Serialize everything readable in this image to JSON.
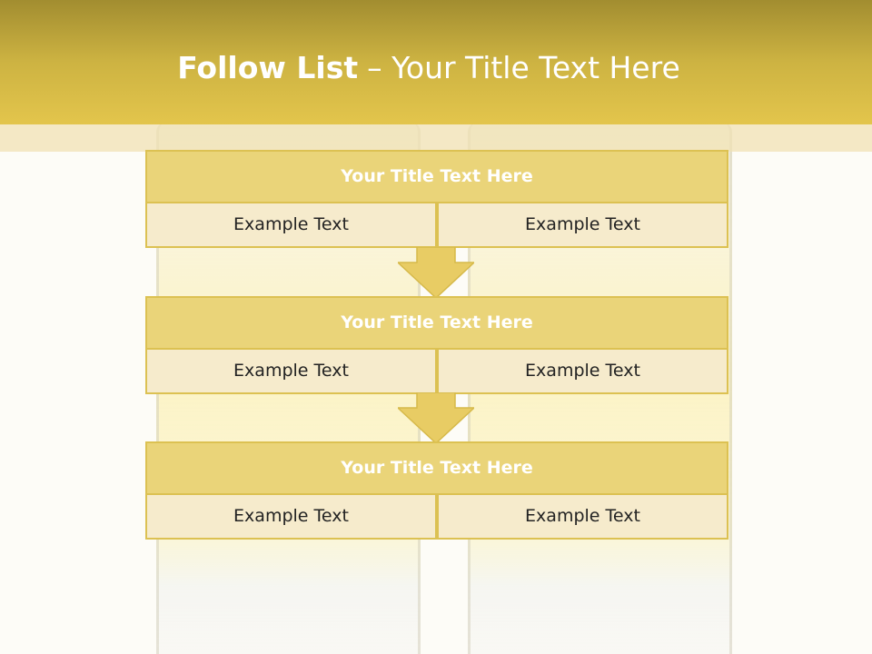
{
  "slide": {
    "title_bold": "Follow List",
    "title_rest": "– Your Title Text Here",
    "blocks": [
      {
        "title": "Your Title Text Here",
        "left": "Example Text",
        "right": "Example Text"
      },
      {
        "title": "Your Title Text Here",
        "left": "Example Text",
        "right": "Example Text"
      },
      {
        "title": "Your Title Text Here",
        "left": "Example Text",
        "right": "Example Text"
      }
    ]
  },
  "colors": {
    "header": "#cdb342",
    "block_title_bg": "#ead479",
    "cell_bg": "#f6ebcc",
    "border": "#dcc152"
  }
}
